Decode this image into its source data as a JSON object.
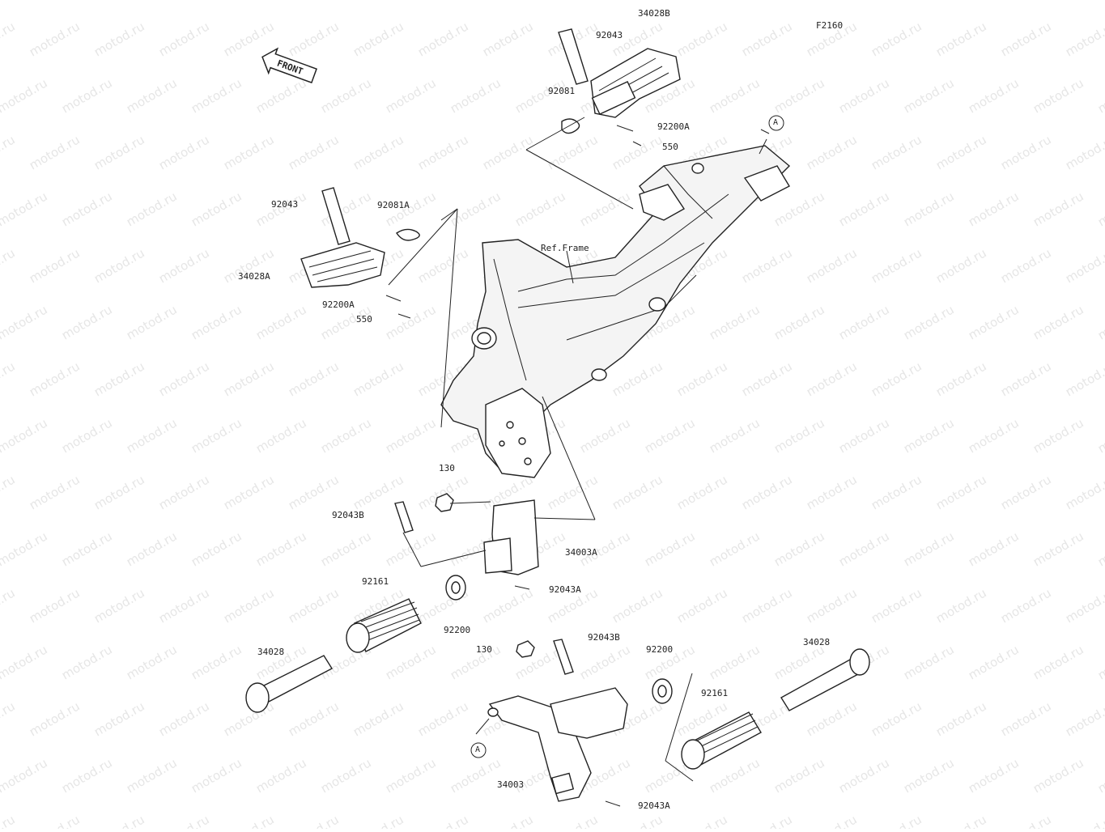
{
  "diagram_code": "F2160",
  "front_label": "FRONT",
  "watermark": "motod.ru",
  "ref_label": "Ref.Frame",
  "callout_a": "A",
  "labels": {
    "p34028B": "34028B",
    "p92043_top": "92043",
    "p92081": "92081",
    "p92200A_right": "92200A",
    "p550_right": "550",
    "p92043_left": "92043",
    "p92081A": "92081A",
    "p34028A": "34028A",
    "p92200A_left": "92200A",
    "p550_left": "550",
    "p130_upper": "130",
    "p92043B_left": "92043B",
    "p34003A": "34003A",
    "p92043A_mid": "92043A",
    "p92161_left": "92161",
    "p92200_left": "92200",
    "p34028_left": "34028",
    "p130_lower": "130",
    "p92043B_right": "92043B",
    "p92200_right": "92200",
    "p34028_right": "34028",
    "p92161_right": "92161",
    "p34003": "34003",
    "p92043A_bottom": "92043A"
  }
}
